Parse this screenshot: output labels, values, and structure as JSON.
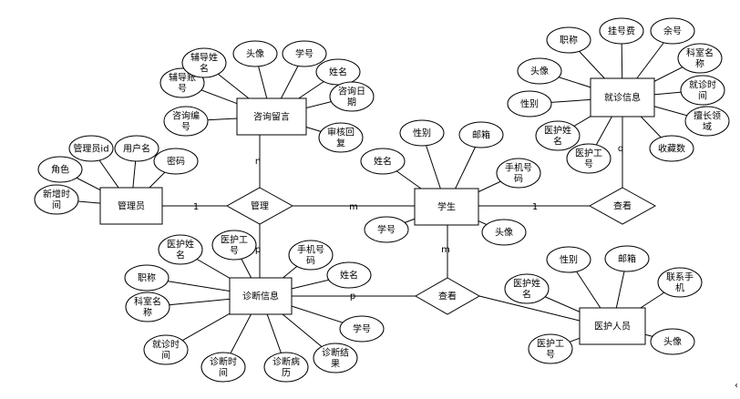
{
  "entities": {
    "admin": "管理员",
    "student": "学生",
    "consult": "咨询留言",
    "diagnosis": "诊断信息",
    "visit": "就诊信息",
    "staff": "医护人员"
  },
  "relationships": {
    "manage": "管理",
    "view_visit": "查看",
    "view_diag": "查看"
  },
  "cardinalities": {
    "admin_manage": "1",
    "manage_student": "m",
    "manage_consult": "n",
    "manage_diag": "p",
    "student_view": "1",
    "view_visit": "q",
    "student_view2": "m",
    "diag_view2": "p"
  },
  "attributes": {
    "admin": [
      [
        "新增时",
        "间"
      ],
      [
        "角色"
      ],
      [
        "管理员id"
      ],
      [
        "用户名"
      ],
      [
        "密码"
      ]
    ],
    "consult": [
      [
        "辅导账",
        "号"
      ],
      [
        "辅导姓",
        "名"
      ],
      [
        "头像"
      ],
      [
        "学号"
      ],
      [
        "姓名"
      ],
      [
        "咨询日",
        "期"
      ],
      [
        "咨询编",
        "号"
      ],
      [
        "审核回",
        "复"
      ]
    ],
    "student": [
      [
        "姓名"
      ],
      [
        "性别"
      ],
      [
        "邮箱"
      ],
      [
        "手机号",
        "码"
      ],
      [
        "学号"
      ],
      [
        "头像"
      ]
    ],
    "diagnosis": [
      [
        "医护姓",
        "名"
      ],
      [
        "医护工",
        "号"
      ],
      [
        "手机号",
        "码"
      ],
      [
        "职称"
      ],
      [
        "姓名"
      ],
      [
        "科室名",
        "称"
      ],
      [
        "学号"
      ],
      [
        "就诊时",
        "间"
      ],
      [
        "诊断时",
        "间"
      ],
      [
        "诊断病",
        "历"
      ],
      [
        "诊断结",
        "果"
      ]
    ],
    "visit": [
      [
        "职称"
      ],
      [
        "挂号费"
      ],
      [
        "余号"
      ],
      [
        "头像"
      ],
      [
        "科室名",
        "称"
      ],
      [
        "性别"
      ],
      [
        "就诊时",
        "间"
      ],
      [
        "医护姓",
        "名"
      ],
      [
        "医护工",
        "号"
      ],
      [
        "擅长领",
        "域"
      ],
      [
        "收藏数"
      ]
    ],
    "staff": [
      [
        "性别"
      ],
      [
        "邮箱"
      ],
      [
        "医护姓",
        "名"
      ],
      [
        "联系手",
        "机"
      ],
      [
        "医护工",
        "号"
      ],
      [
        "头像"
      ]
    ]
  }
}
